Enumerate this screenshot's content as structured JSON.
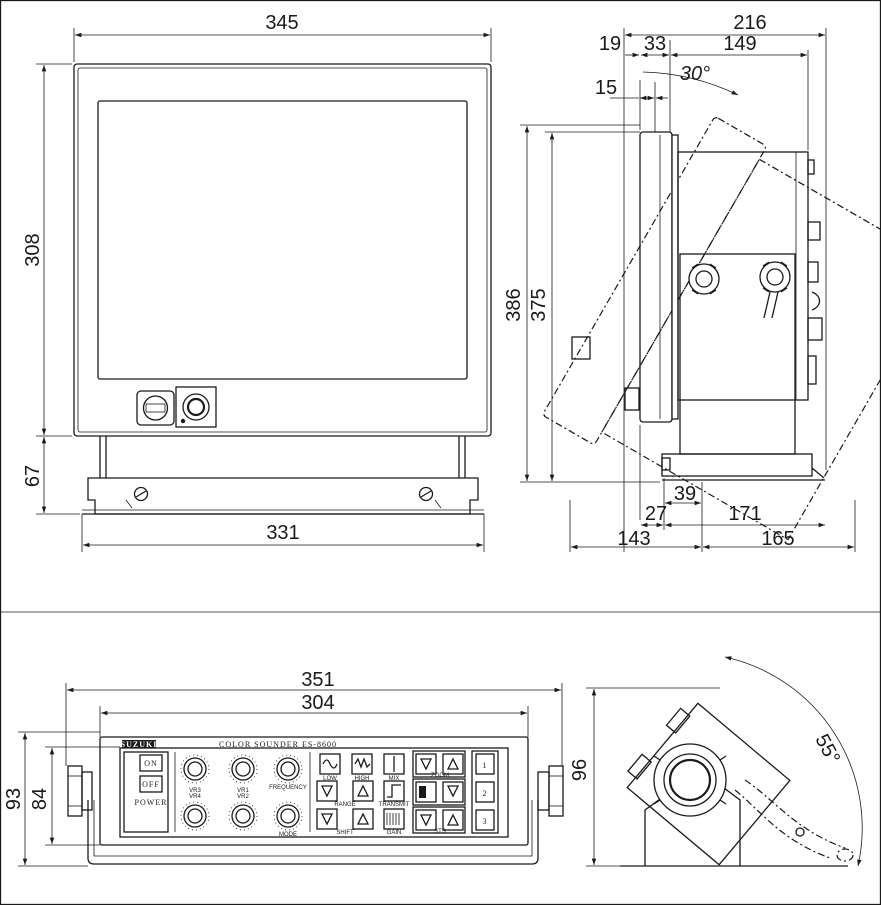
{
  "front_view": {
    "width_top": "345",
    "height_display": "308",
    "height_stand": "67",
    "width_base": "331"
  },
  "side_view": {
    "total_depth": "216",
    "dim_19": "19",
    "dim_33": "33",
    "dim_149": "149",
    "dim_15": "15",
    "tilt_angle": "30°",
    "height_386": "386",
    "height_375": "375",
    "dim_39": "39",
    "dim_27": "27",
    "dim_171": "171",
    "dim_143": "143",
    "dim_165": "165"
  },
  "control_unit": {
    "width_351": "351",
    "width_304": "304",
    "height_93": "93",
    "height_84": "84",
    "brand": "SUZUKI",
    "model": "COLOR SOUNDER  ES-8600",
    "btn_on": "ON",
    "btn_off": "OFF",
    "power_label": "POWER",
    "vr3": "VR3",
    "vr4": "VR4",
    "vr1": "VR1",
    "vr2": "VR2",
    "frequency": "FREQUENCY",
    "mode": "MODE",
    "low": "LOW",
    "high": "HIGH",
    "mix": "MIX",
    "range": "RANGE",
    "transmit": "TRANSMIT",
    "shift": "SHIFT",
    "zoom": "ZOOM",
    "gain": "GAIN",
    "sts": "STS",
    "key1": "1",
    "key2": "2",
    "key3": "3"
  },
  "control_side_view": {
    "height_96": "96",
    "angle_55": "55°"
  }
}
